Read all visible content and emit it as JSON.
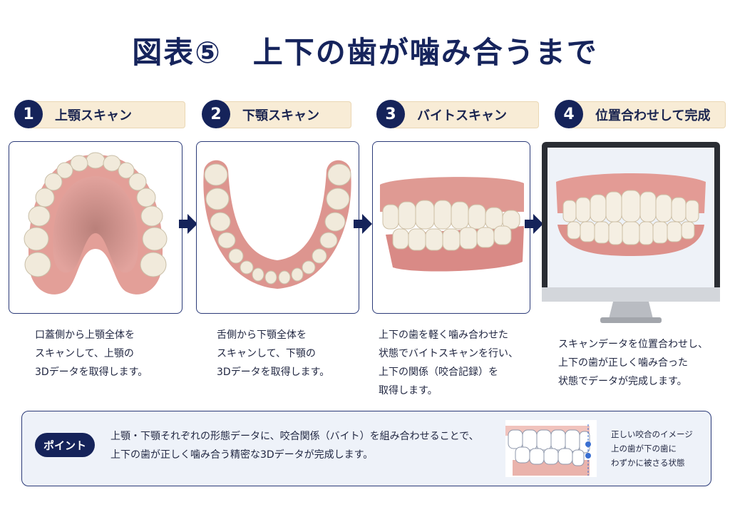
{
  "title": "図表⑤　上下の歯が噛み合うまで",
  "colors": {
    "navy": "#15235a",
    "label_bg": "#f8ecd6",
    "gum": "#d98a86",
    "tooth": "#f3ede0"
  },
  "steps": [
    {
      "number": "1",
      "label": "上顎スキャン",
      "description": "口蓋側から上顎全体を\nスキャンして、上顎の\n3Dデータを取得します。"
    },
    {
      "number": "2",
      "label": "下顎スキャン",
      "description": "舌側から下顎全体を\nスキャンして、下顎の\n3Dデータを取得します。"
    },
    {
      "number": "3",
      "label": "バイトスキャン",
      "description": "上下の歯を軽く噛み合わせた\n状態でバイトスキャンを行い、\n上下の関係（咬合記録）を\n取得します。"
    },
    {
      "number": "4",
      "label": "位置合わせして完成",
      "description": "スキャンデータを位置合わせし、\n上下の歯が正しく噛み合った\n状態でデータが完成します。"
    }
  ],
  "point": {
    "badge": "ポイント",
    "text": "上顎・下顎それぞれの形態データに、咬合関係（バイト）を組み合わせることで、\n上下の歯が正しく噛み合う精密な3Dデータが完成します。",
    "note": "正しい咬合のイメージ\n上の歯が下の歯に\nわずかに被さる状態"
  },
  "icons": [
    "arrow-right-icon",
    "monitor-icon"
  ]
}
